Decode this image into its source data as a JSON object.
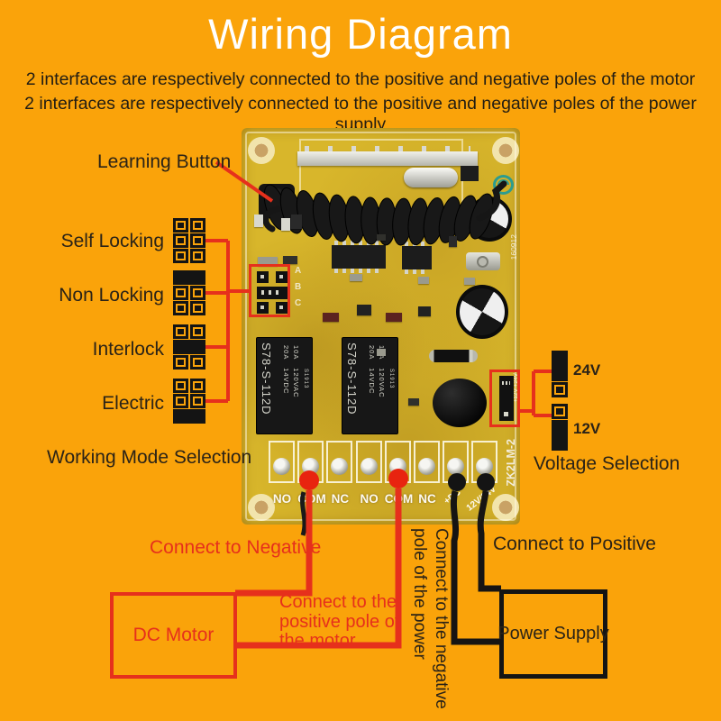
{
  "title": "Wiring Diagram",
  "subtitle_lines": [
    "2 interfaces are respectively connected to the positive and negative poles of the motor",
    "2 interfaces are respectively connected to the positive and negative poles of the power supply"
  ],
  "colors": {
    "background": "#FAA30A",
    "accent_red": "#E6301C",
    "wire_black": "#161413",
    "pcb_yellow": "#D8B62B"
  },
  "annotations": {
    "learning_button": "Learning Button",
    "working_modes": [
      {
        "label": "Self Locking",
        "capped": "none"
      },
      {
        "label": "Non Locking",
        "capped": "top"
      },
      {
        "label": "Interlock",
        "capped": "middle"
      },
      {
        "label": "Electric",
        "capped": "bottom"
      }
    ],
    "working_mode_title": "Working Mode Selection",
    "voltage_options": [
      {
        "label": "24V",
        "open_cell": "bottom"
      },
      {
        "label": "12V",
        "open_cell": "top"
      }
    ],
    "voltage_title": "Voltage Selection",
    "connect_negative": "Connect to Negative",
    "connect_positive_motor": [
      "Connect to the",
      "positive pole of",
      "the motor"
    ],
    "dc_motor": "DC Motor",
    "power_supply": "Power Supply",
    "connect_positive": "Connect to Positive",
    "vertical_negative_power_line1": "Connect to the negative",
    "vertical_negative_power_line2": "pole of the power"
  },
  "pcb": {
    "terminal_labels": [
      "NO",
      "COM",
      "NC",
      "NO",
      "COM",
      "NC"
    ],
    "terminal_rot": [
      "+DC",
      "12V/24V"
    ],
    "relay": {
      "model": "S78-S-112D",
      "rating1": "20A   14VDC",
      "rating2": "10A   120VAC",
      "code": "S1913"
    },
    "jumper_labels": [
      "A",
      "B",
      "C"
    ],
    "board_id": "ZK2LM-2",
    "voltage_marks": "+12V +24V",
    "date_code": "160912"
  }
}
